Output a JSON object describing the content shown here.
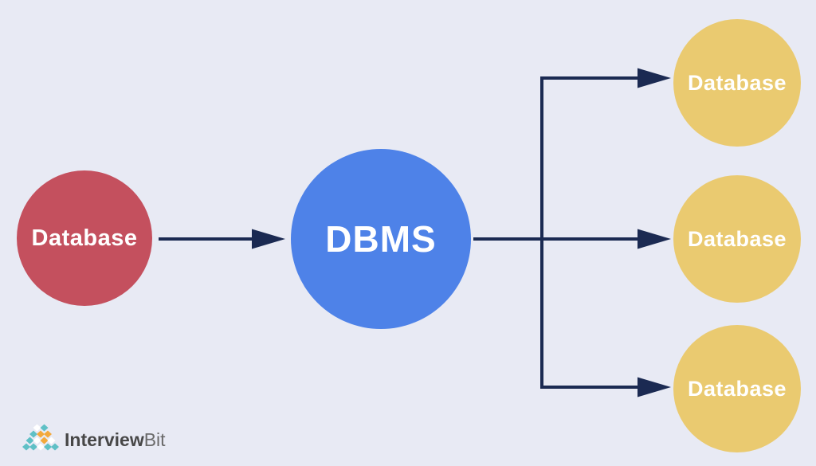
{
  "diagram": {
    "background_color": "#e8eaf4",
    "arrow_color": "#1b2a52",
    "nodes": {
      "source": {
        "label": "Database",
        "color": "#c4505e"
      },
      "dbms": {
        "label": "DBMS",
        "color": "#4e82e8"
      },
      "targets": [
        {
          "label": "Database"
        },
        {
          "label": "Database"
        },
        {
          "label": "Database"
        }
      ],
      "target_color": "#eaca70"
    },
    "connections": [
      "source-database -> dbms",
      "dbms -> target-database-top",
      "dbms -> target-database-middle",
      "dbms -> target-database-bottom"
    ]
  },
  "branding": {
    "name_bold": "Interview",
    "name_light": "Bit",
    "logo_colors": {
      "teal": "#5fc0c6",
      "orange": "#f3a93d",
      "white": "#ffffff",
      "text": "#474747"
    }
  }
}
